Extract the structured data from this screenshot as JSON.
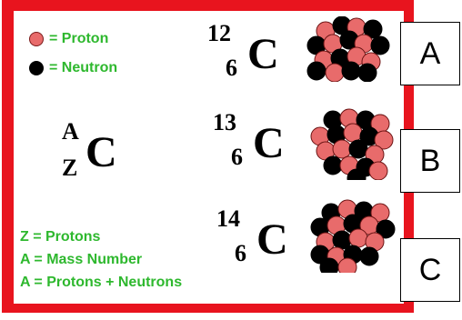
{
  "legend": {
    "proton_label": "= Proton",
    "neutron_label": "= Neutron"
  },
  "general": {
    "mass": "A",
    "atomic": "Z",
    "symbol": "C"
  },
  "isotopes": [
    {
      "mass": "12",
      "atomic": "6",
      "symbol": "C",
      "box": "A"
    },
    {
      "mass": "13",
      "atomic": "6",
      "symbol": "C",
      "box": "B"
    },
    {
      "mass": "14",
      "atomic": "6",
      "symbol": "C",
      "box": "C"
    }
  ],
  "definitions": [
    "Z = Protons",
    "A = Mass Number",
    "A = Protons + Neutrons"
  ],
  "colors": {
    "frame": "#e8141e",
    "proton": "#e86b6b",
    "neutron": "#000000",
    "green_text": "#2eb82e"
  }
}
